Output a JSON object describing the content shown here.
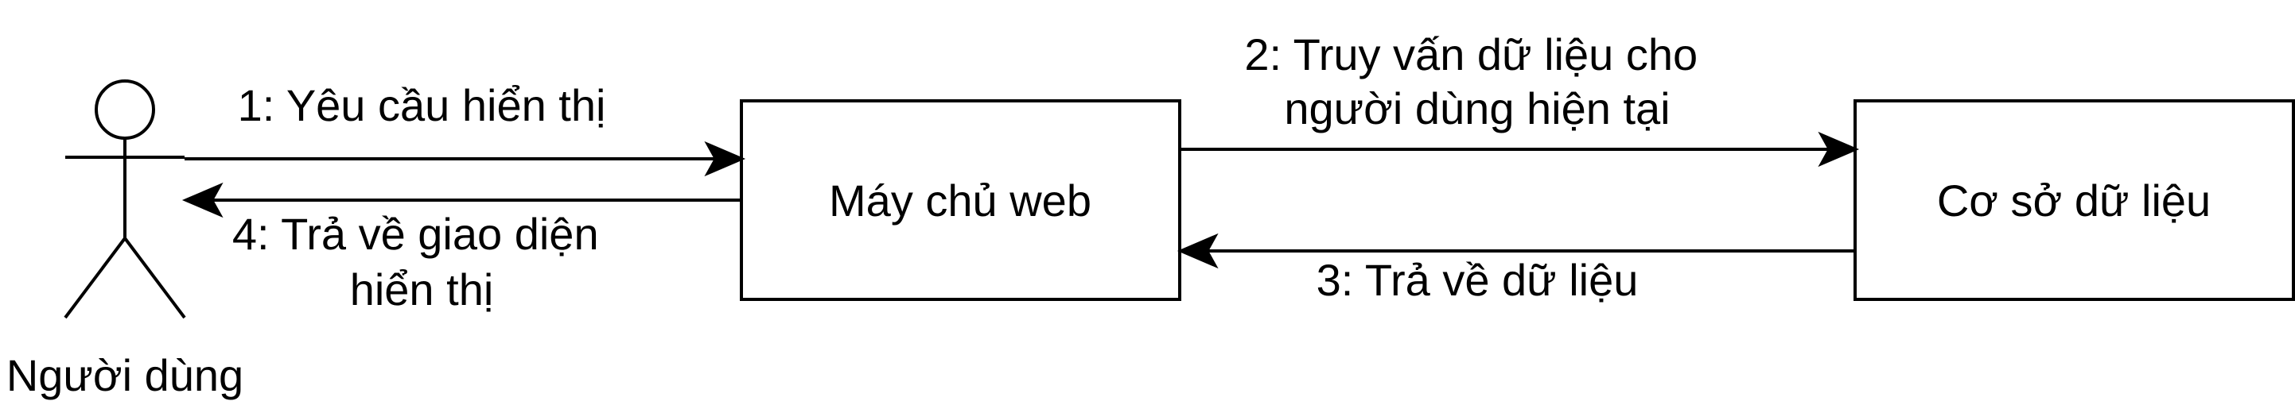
{
  "actor": {
    "label": "Người dùng"
  },
  "nodes": {
    "web_server": {
      "label": "Máy chủ web"
    },
    "database": {
      "label": "Cơ sở dữ liệu"
    }
  },
  "messages": {
    "m1": {
      "lines": [
        "1: Yêu cầu hiển thị"
      ]
    },
    "m2": {
      "lines": [
        "2: Truy vấn dữ liệu cho",
        "người dùng hiện tại"
      ]
    },
    "m3": {
      "lines": [
        "3: Trả về dữ liệu"
      ]
    },
    "m4": {
      "lines": [
        "4: Trả về giao diện",
        "hiển thị"
      ]
    }
  }
}
